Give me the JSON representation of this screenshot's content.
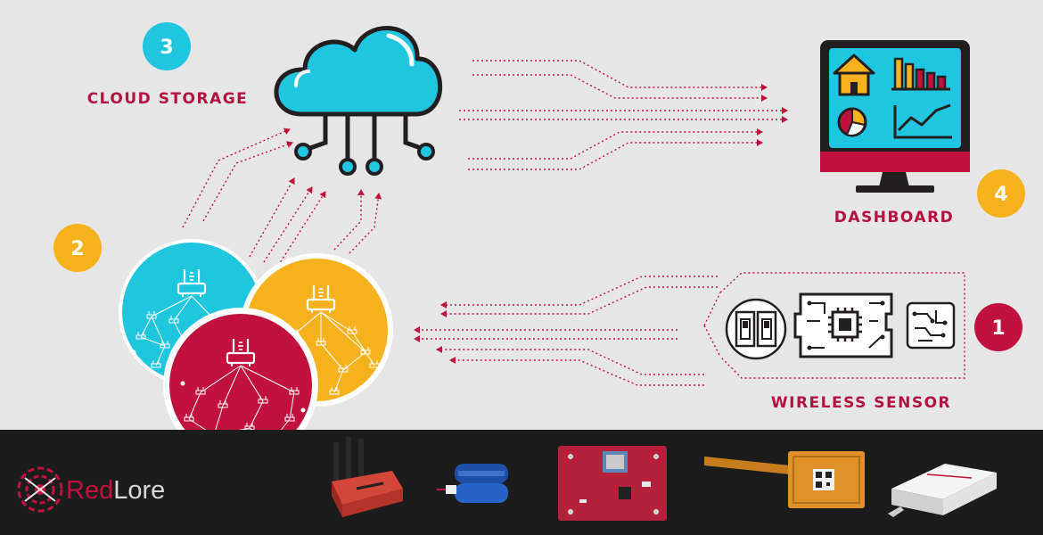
{
  "steps": [
    {
      "number": "1",
      "label": "WIRELESS SENSOR"
    },
    {
      "number": "2",
      "label": ""
    },
    {
      "number": "3",
      "label": "CLOUD STORAGE"
    },
    {
      "number": "4",
      "label": "DASHBOARD"
    }
  ],
  "brand": {
    "part1": "Red",
    "part2": "Lore"
  },
  "colors": {
    "crimson": "#c0113f",
    "cyan": "#20c6e0",
    "amber": "#f6b21e",
    "dark": "#231f20",
    "background": "#e6e6e6",
    "footer": "#1c1c1c"
  },
  "products": [
    {
      "name": "gateway-device"
    },
    {
      "name": "battery-pack"
    },
    {
      "name": "sensor-circuit-board"
    },
    {
      "name": "flex-antenna-tag"
    },
    {
      "name": "sensor-enclosure"
    }
  ]
}
